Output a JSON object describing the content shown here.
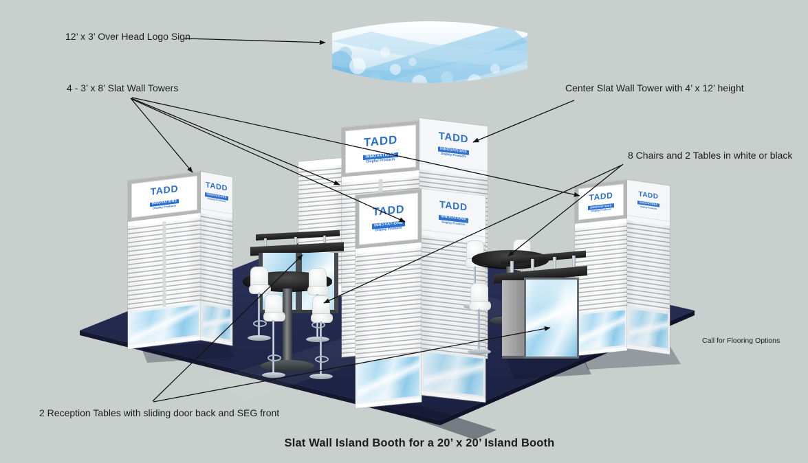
{
  "annotations": {
    "overhead_sign": "12’ x 3’ Over Head Logo Sign",
    "slat_towers": "4 - 3’ x 8’  Slat Wall Towers",
    "center_tower": "Center Slat Wall Tower with 4’ x 12’ height",
    "chairs_tables": "8 Chairs and 2 Tables in white or black",
    "flooring": "Call for Flooring Options",
    "reception": "2 Reception Tables with sliding door back and SEG front"
  },
  "caption": "Slat Wall Island Booth for a 20’ x 20’ Island Booth",
  "brand": {
    "name": "TADD",
    "tagline": "INNOVATIONS",
    "subline": "Display Products"
  },
  "colors": {
    "background": "#c9cfcc",
    "floor_navy": "#232a4e",
    "brand_blue": "#2a6fd2",
    "graphic_light_blue": "#aedbf2",
    "furniture_black": "#242424",
    "frame_silver": "#b5b7b4",
    "text": "#1c1c1c"
  }
}
